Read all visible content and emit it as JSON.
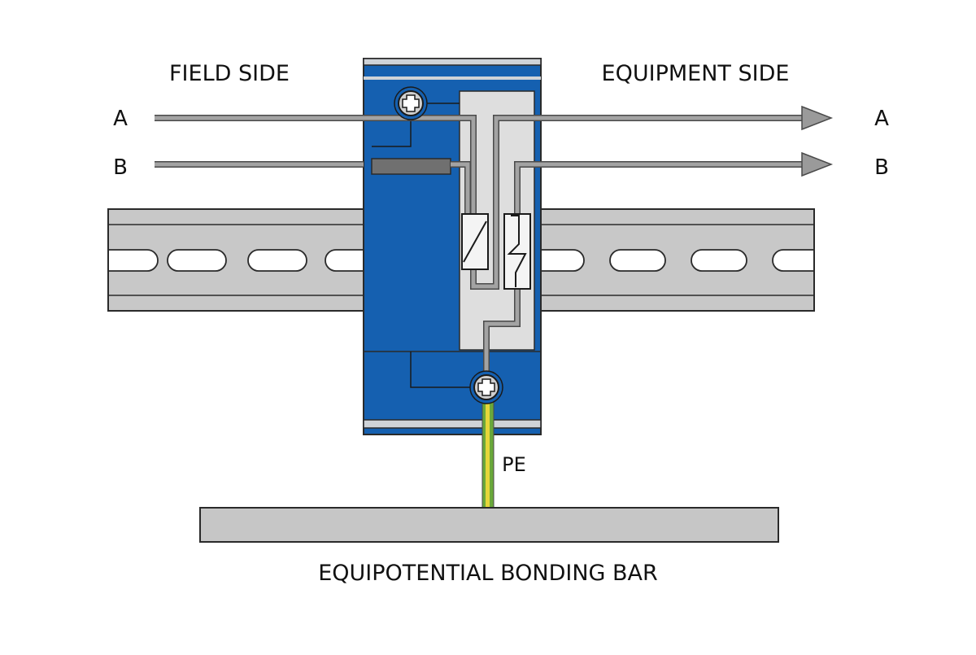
{
  "labels": {
    "field_side": "FIELD SIDE",
    "equipment_side": "EQUIPMENT SIDE",
    "field_a": "A",
    "field_b": "B",
    "equipment_a": "A",
    "equipment_b": "B",
    "pe": "PE",
    "bonding_bar": "EQUIPOTENTIAL BONDING BAR"
  },
  "colors": {
    "module_blue": "#1560b0",
    "module_outline": "#2a2a2a",
    "din_rail": "#c8c8c8",
    "wire_gray": "#9a9a9a",
    "protection_panel": "#dedede",
    "pe_green": "#6aa83a",
    "pe_yellow": "#e6d63a",
    "bonding_bar": "#c6c6c6"
  },
  "icons": {
    "top_terminal": "screw-terminal-icon",
    "bottom_terminal": "screw-terminal-icon",
    "gas_discharge_tube": "surge-arrester-icon",
    "tvs_diode": "tvs-diode-icon"
  }
}
